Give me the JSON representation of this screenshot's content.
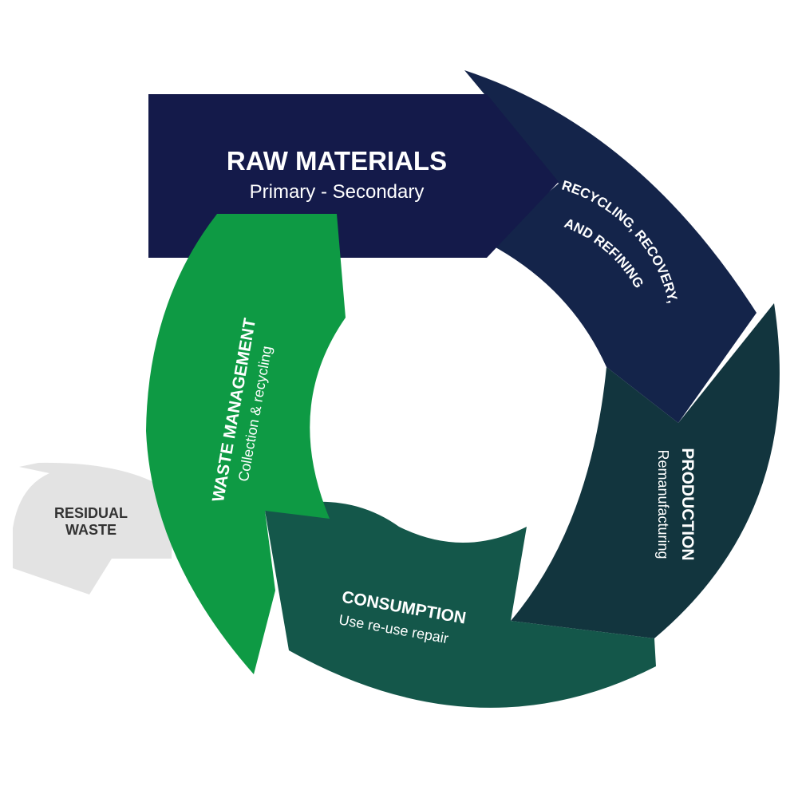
{
  "diagram": {
    "raw_materials": {
      "title": "RAW MATERIALS",
      "subtitle": "Primary - Secondary"
    },
    "recycling": {
      "lines": [
        "RECYCLING, RECOVERY,",
        "AND REFINING"
      ]
    },
    "production": {
      "title": "PRODUCTION",
      "subtitle": "Remanufacturing"
    },
    "consumption": {
      "title": "CONSUMPTION",
      "subtitle": "Use re-use repair"
    },
    "waste_management": {
      "title": "WASTE MANAGEMENT",
      "subtitle": "Collection & recycling"
    },
    "residual_waste": {
      "lines": [
        "RESIDUAL",
        "WASTE"
      ]
    }
  },
  "colors": {
    "raw_materials": "#141a4a",
    "recycling": "#14244a",
    "production": "#12353e",
    "consumption": "#14574a",
    "waste_management": "#0e9a44",
    "residual_waste": "#e3e3e3",
    "text_light": "#ffffff",
    "text_dark": "#333333"
  }
}
